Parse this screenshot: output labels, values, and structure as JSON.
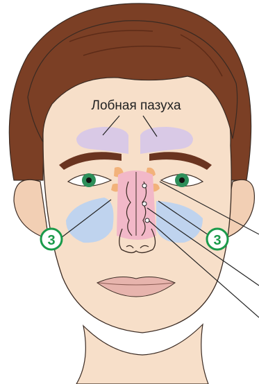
{
  "labels": {
    "frontal_sinus": "Лобная пазуха",
    "maxillary_left_num": "3",
    "maxillary_right_num": "3"
  },
  "colors": {
    "hair": "#7b3f25",
    "hair_dark": "#5c2b18",
    "skin": "#f7dfc9",
    "skin_shadow": "#e9b99b",
    "brow": "#6a3420",
    "frontal_sinus": "#d9c9e6",
    "maxillary_sinus": "#bfd3ee",
    "ethmoid": "#f2b8c8",
    "sphenoid": "#f2b27a",
    "iris": "#2e8f5a",
    "lips": "#e7b4ad",
    "badge_green": "#1a9a4a",
    "leader_line": "#222222"
  }
}
